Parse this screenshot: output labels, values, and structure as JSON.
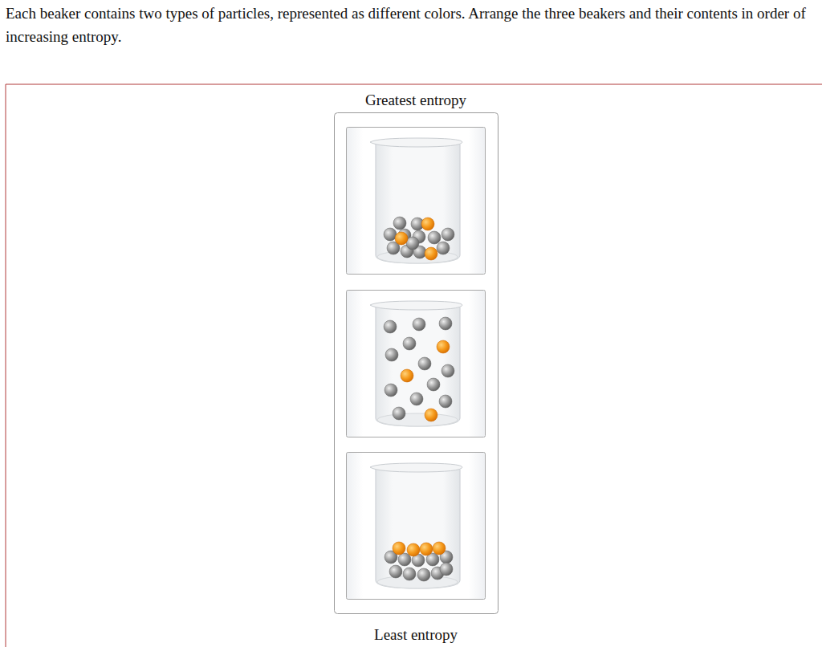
{
  "diagram": {
    "title": "Each beaker contains two types of particles, represented as different colors. Arrange the three beakers and their contents in order of increasing entropy.",
    "labels": [
      "Greatest entropy",
      "Least entropy"
    ]
  }
}
